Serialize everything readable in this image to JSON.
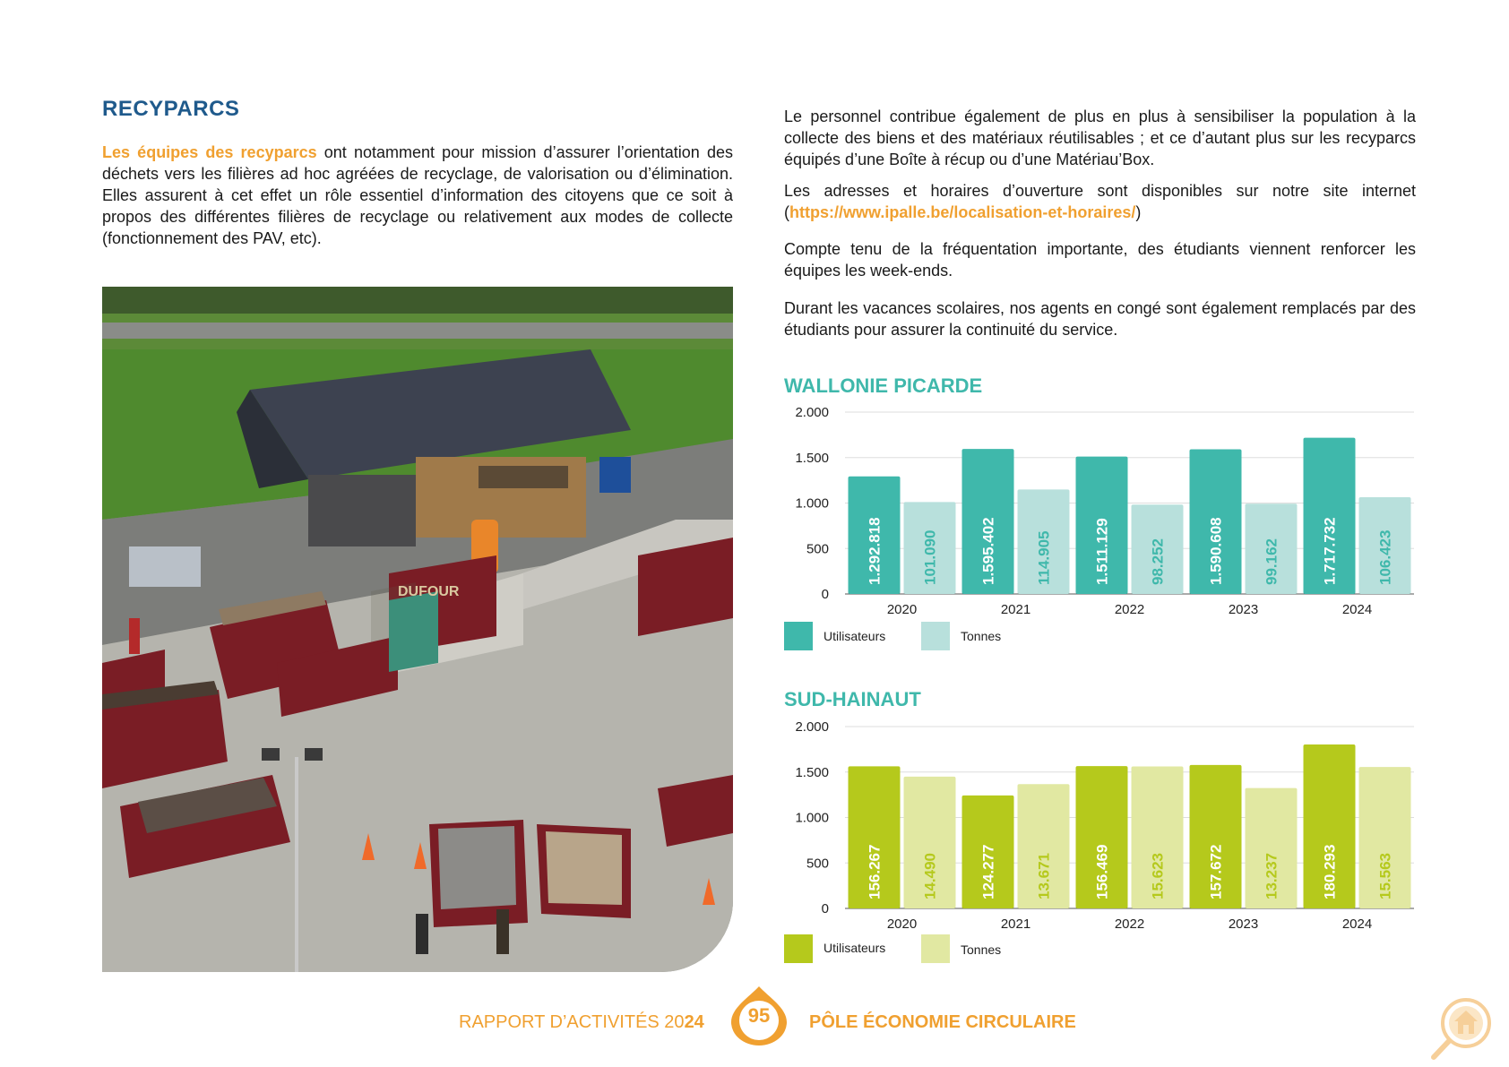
{
  "left": {
    "title": "RECYPARCS",
    "intro_highlight": "Les équipes des recyparcs",
    "intro_rest": " ont notamment pour mission d’assurer l’orientation des déchets vers les filières ad hoc agréées de recyclage, de valorisation ou d’élimination. Elles assurent à cet effet un rôle essentiel d’information des citoyens que ce soit à propos des différentes filières de recyclage ou relativement aux modes de collecte (fonctionnement des PAV, etc)."
  },
  "photo": {
    "container_text": "DUFOUR"
  },
  "right": {
    "p1": "Le personnel contribue également de plus en plus à sensibiliser la population à la collecte des biens et des matériaux réutilisables ; et ce d’autant plus sur les recyparcs équipés d’une Boîte à récup ou d’une Matériau’Box.",
    "p2_prefix": "Les adresses et horaires d’ouverture sont disponibles sur notre site internet (",
    "p2_url": "https://www.ipalle.be/localisation-et-horaires/",
    "p2_suffix": ")",
    "p3": "Compte tenu de la fréquentation importante, des étudiants viennent renforcer les équipes les week-ends.",
    "p4": "Durant les vacances scolaires, nos agents en congé sont également remplacés par des étudiants pour assurer la continuité du service."
  },
  "colors": {
    "wallonie_users": "#3fb8ab",
    "wallonie_tonnes": "#b8e0dc",
    "wallonie_title": "#3fb8ab",
    "sud_users": "#b5c91c",
    "sud_tonnes": "#e1e8a2",
    "sud_title": "#3fb8ab",
    "accent": "#f0a030",
    "title_blue": "#1f5a8c"
  },
  "chart_data": [
    {
      "type": "bar",
      "title": "WALLONIE PICARDE",
      "categories": [
        "2020",
        "2021",
        "2022",
        "2023",
        "2024"
      ],
      "yticks": [
        "0",
        "500",
        "1.000",
        "1.500",
        "2.000"
      ],
      "ylim": [
        0,
        2000
      ],
      "grid": true,
      "legend": "bottom-left",
      "series": [
        {
          "name": "Utilisateurs",
          "values": [
            1292818,
            1595402,
            1511129,
            1590608,
            1717732
          ],
          "bar_heights": [
            1293,
            1595,
            1511,
            1591,
            1718
          ],
          "labels": [
            "1.292.818",
            "1.595.402",
            "1.511.129",
            "1.590.608",
            "1.717.732"
          ]
        },
        {
          "name": "Tonnes",
          "values": [
            101090,
            114905,
            98252,
            99162,
            106423
          ],
          "bar_heights": [
            1011,
            1149,
            983,
            992,
            1064
          ],
          "labels": [
            "101.090",
            "114.905",
            "98.252",
            "99.162",
            "106.423"
          ]
        }
      ]
    },
    {
      "type": "bar",
      "title": "SUD-HAINAUT",
      "categories": [
        "2020",
        "2021",
        "2022",
        "2023",
        "2024"
      ],
      "yticks": [
        "0",
        "500",
        "1.000",
        "1.500",
        "2.000"
      ],
      "ylim": [
        0,
        2000
      ],
      "grid": true,
      "legend": "bottom-left",
      "series": [
        {
          "name": "Utilisateurs",
          "values": [
            156267,
            124277,
            156469,
            157672,
            180293
          ],
          "bar_heights": [
            1563,
            1243,
            1565,
            1577,
            1803
          ],
          "labels": [
            "156.267",
            "124.277",
            "156.469",
            "157.672",
            "180.293"
          ]
        },
        {
          "name": "Tonnes",
          "values": [
            14490,
            13671,
            15623,
            13237,
            15563
          ],
          "bar_heights": [
            1449,
            1367,
            1562,
            1324,
            1556
          ],
          "labels": [
            "14.490",
            "13.671",
            "15.623",
            "13.237",
            "15.563"
          ]
        }
      ]
    }
  ],
  "footer": {
    "left_text": "RAPPORT D’ACTIVITÉS 20",
    "left_year_bold": "24",
    "page_number": "95",
    "right_text": "PÔLE ÉCONOMIE CIRCULAIRE"
  }
}
